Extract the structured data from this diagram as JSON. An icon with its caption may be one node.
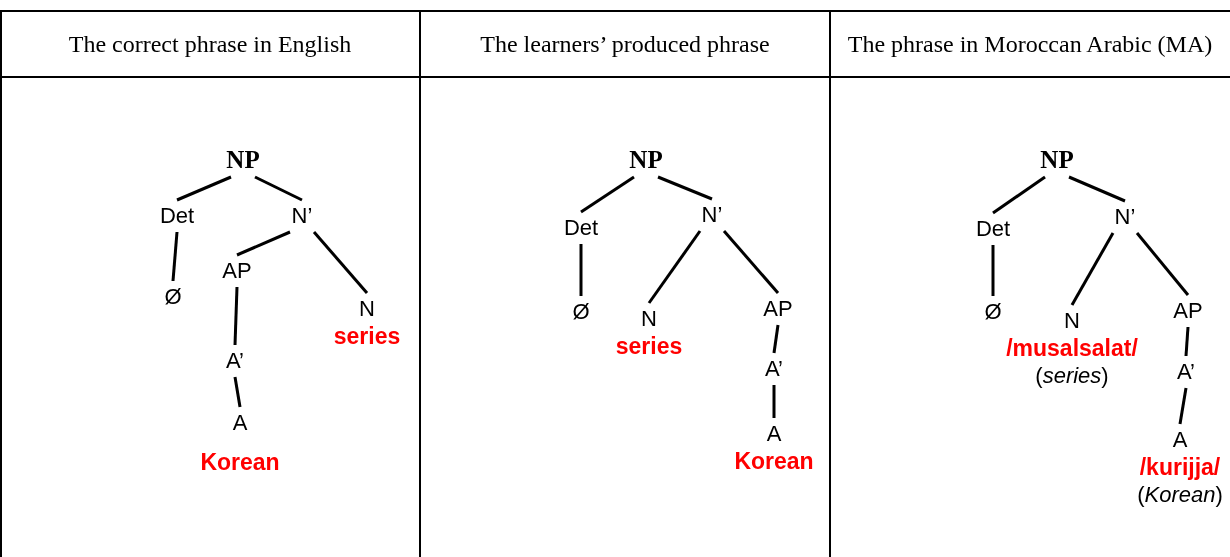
{
  "diagram": {
    "nodes": [
      {
        "text": [
          "NP"
        ]
      },
      {
        "text": [
          "Det"
        ]
      },
      {
        "text": [
          "N’"
        ]
      },
      {
        "text": [
          "AP"
        ]
      },
      {
        "text": [
          "Ø"
        ]
      },
      {
        "text": [
          "N",
          "series"
        ]
      },
      {
        "text": [
          "A’"
        ]
      },
      {
        "text": [
          "A",
          "Korean"
        ]
      },
      {
        "text": [
          "NP"
        ]
      },
      {
        "text": [
          "Det"
        ]
      },
      {
        "text": [
          "N’"
        ]
      },
      {
        "text": [
          "Ø"
        ]
      },
      {
        "text": [
          "N",
          "series"
        ]
      },
      {
        "text": [
          "AP"
        ]
      },
      {
        "text": [
          "A’"
        ]
      },
      {
        "text": [
          "A",
          "Korean"
        ]
      },
      {
        "text": [
          "NP"
        ]
      },
      {
        "text": [
          "Det"
        ]
      },
      {
        "text": [
          "N’"
        ]
      },
      {
        "text": [
          "Ø"
        ]
      },
      {
        "text": [
          "N",
          "/musalsalat/",
          "(*series*)"
        ]
      },
      {
        "text": [
          "AP"
        ]
      },
      {
        "text": [
          "A’"
        ]
      },
      {
        "text": [
          "A",
          "/kurijja/",
          "(*Korean*)"
        ]
      }
    ],
    "edges": [
      {
        "from": 0,
        "to": 1,
        "arrow": "none"
      },
      {
        "from": 0,
        "to": 2,
        "arrow": "none"
      },
      {
        "from": 1,
        "to": 4,
        "arrow": "none"
      },
      {
        "from": 2,
        "to": 3,
        "arrow": "none"
      },
      {
        "from": 2,
        "to": 5,
        "arrow": "none"
      },
      {
        "from": 3,
        "to": 6,
        "arrow": "none"
      },
      {
        "from": 6,
        "to": 7,
        "arrow": "none"
      },
      {
        "from": 8,
        "to": 9,
        "arrow": "none"
      },
      {
        "from": 8,
        "to": 10,
        "arrow": "none"
      },
      {
        "from": 9,
        "to": 11,
        "arrow": "none"
      },
      {
        "from": 10,
        "to": 12,
        "arrow": "none"
      },
      {
        "from": 10,
        "to": 13,
        "arrow": "none"
      },
      {
        "from": 13,
        "to": 14,
        "arrow": "none"
      },
      {
        "from": 14,
        "to": 15,
        "arrow": "none"
      },
      {
        "from": 16,
        "to": 17,
        "arrow": "none"
      },
      {
        "from": 16,
        "to": 18,
        "arrow": "none"
      },
      {
        "from": 17,
        "to": 19,
        "arrow": "none"
      },
      {
        "from": 18,
        "to": 20,
        "arrow": "none"
      },
      {
        "from": 18,
        "to": 21,
        "arrow": "none"
      },
      {
        "from": 21,
        "to": 22,
        "arrow": "none"
      },
      {
        "from": 22,
        "to": 23,
        "arrow": "none"
      }
    ],
    "labels": [
      "The correct phrase in English",
      "The learners’ produced phrase",
      "The phrase in Moroccan Arabic (MA)"
    ]
  }
}
